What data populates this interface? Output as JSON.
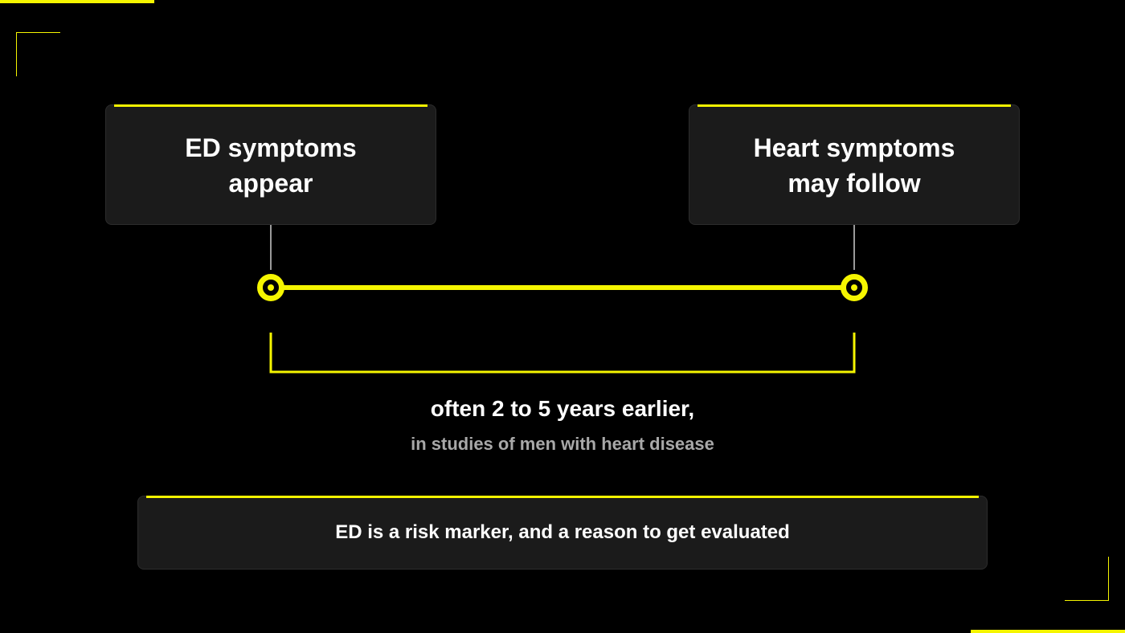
{
  "colors": {
    "accent": "#f5f500",
    "background": "#000000",
    "box_fill": "#1b1b1b",
    "muted_text": "#a8a8a8",
    "connector": "#9a9a9a"
  },
  "timeline": {
    "start": {
      "lines": [
        "ED symptoms",
        "appear"
      ]
    },
    "end": {
      "lines": [
        "Heart symptoms",
        "may follow"
      ]
    }
  },
  "caption": {
    "main": "often 2 to 5 years earlier,",
    "sub": "in studies of men with heart disease"
  },
  "takeaway": {
    "text": "ED is a risk marker, and a reason to get evaluated"
  }
}
